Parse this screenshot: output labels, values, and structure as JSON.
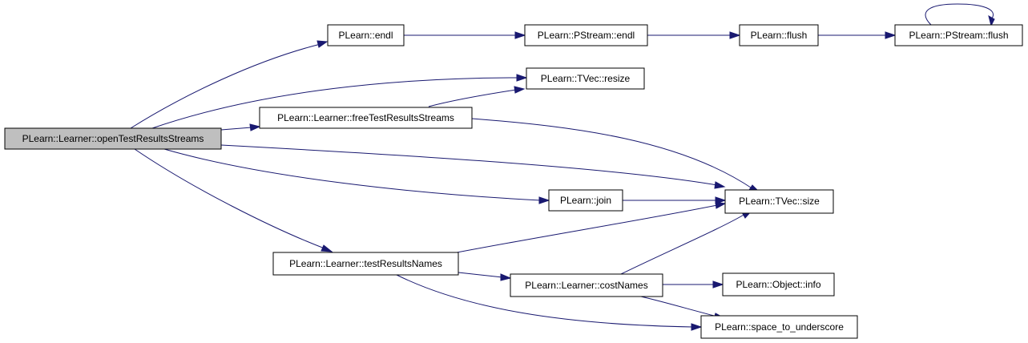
{
  "graph": {
    "root": "PLearn::Learner::openTestResultsStreams",
    "colors": {
      "root_fill": "#bfbfbf",
      "node_fill": "#ffffff",
      "border": "#000000",
      "edge": "#191970"
    },
    "nodes": {
      "open": "PLearn::Learner::openTestResultsStreams",
      "endl": "PLearn::endl",
      "psendl": "PLearn::PStream::endl",
      "flush": "PLearn::flush",
      "psflush": "PLearn::PStream::flush",
      "resize": "PLearn::TVec::resize",
      "free": "PLearn::Learner::freeTestResultsStreams",
      "size": "PLearn::TVec::size",
      "join": "PLearn::join",
      "trn": "PLearn::Learner::testResultsNames",
      "cost": "PLearn::Learner::costNames",
      "info": "PLearn::Object::info",
      "space": "PLearn::space_to_underscore"
    },
    "edges": [
      [
        "open",
        "endl"
      ],
      [
        "open",
        "resize"
      ],
      [
        "open",
        "free"
      ],
      [
        "open",
        "size"
      ],
      [
        "open",
        "join"
      ],
      [
        "open",
        "trn"
      ],
      [
        "endl",
        "psendl"
      ],
      [
        "psendl",
        "flush"
      ],
      [
        "flush",
        "psflush"
      ],
      [
        "psflush",
        "psflush"
      ],
      [
        "free",
        "resize"
      ],
      [
        "free",
        "size"
      ],
      [
        "join",
        "size"
      ],
      [
        "trn",
        "size"
      ],
      [
        "trn",
        "cost"
      ],
      [
        "trn",
        "space"
      ],
      [
        "cost",
        "size"
      ],
      [
        "cost",
        "info"
      ],
      [
        "cost",
        "space"
      ]
    ]
  }
}
